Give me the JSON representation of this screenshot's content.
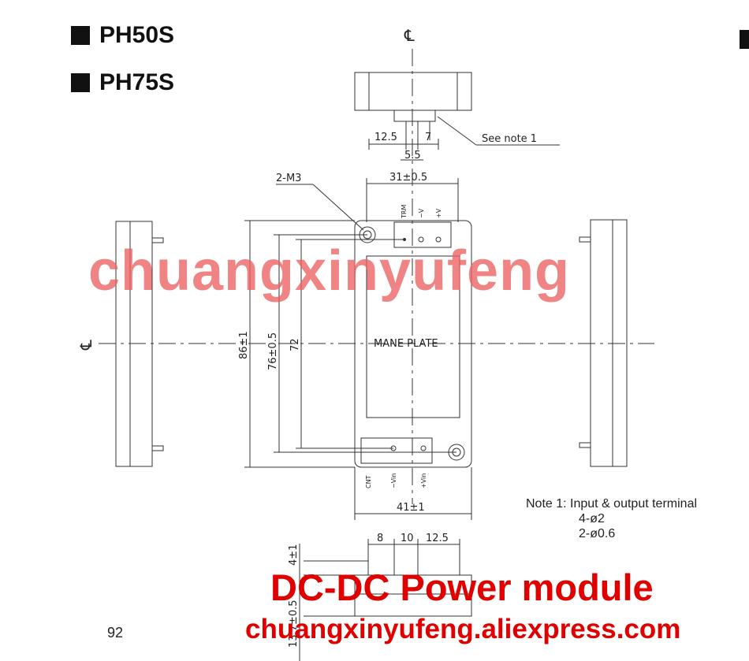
{
  "titles": {
    "model_1": "PH50S",
    "model_2": "PH75S"
  },
  "centerline_symbol": "℄",
  "dimensions": {
    "pin_offset": "12.5",
    "pin_pitch": "7",
    "pin_spacing": "5.5",
    "top_width": "31±0.5",
    "mount_holes": "2-M3",
    "total_height": "86±1",
    "hole_height": "76±0.5",
    "inner_height": "72",
    "base_width": "41±1",
    "bottom_offset_1": "8",
    "bottom_offset_2": "10",
    "bottom_offset_3": "12.5",
    "standoff": "4±1",
    "thickness": "13.7±0.5"
  },
  "labels": {
    "see_note": "See note 1",
    "name_plate": "MANE PLATE",
    "output_terminals": [
      "TRM",
      "−V",
      "+V"
    ],
    "input_terminals": [
      "CNT",
      "−Vin",
      "+Vin"
    ]
  },
  "note": {
    "line_1": "Note 1: Input & output terminal",
    "line_2": "4-ø2",
    "line_3": "2-ø0.6"
  },
  "page_number": "92",
  "watermark": {
    "main": "chuangxinyufeng",
    "title": "DC-DC Power module",
    "url": "chuangxinyufeng.aliexpress.com"
  }
}
